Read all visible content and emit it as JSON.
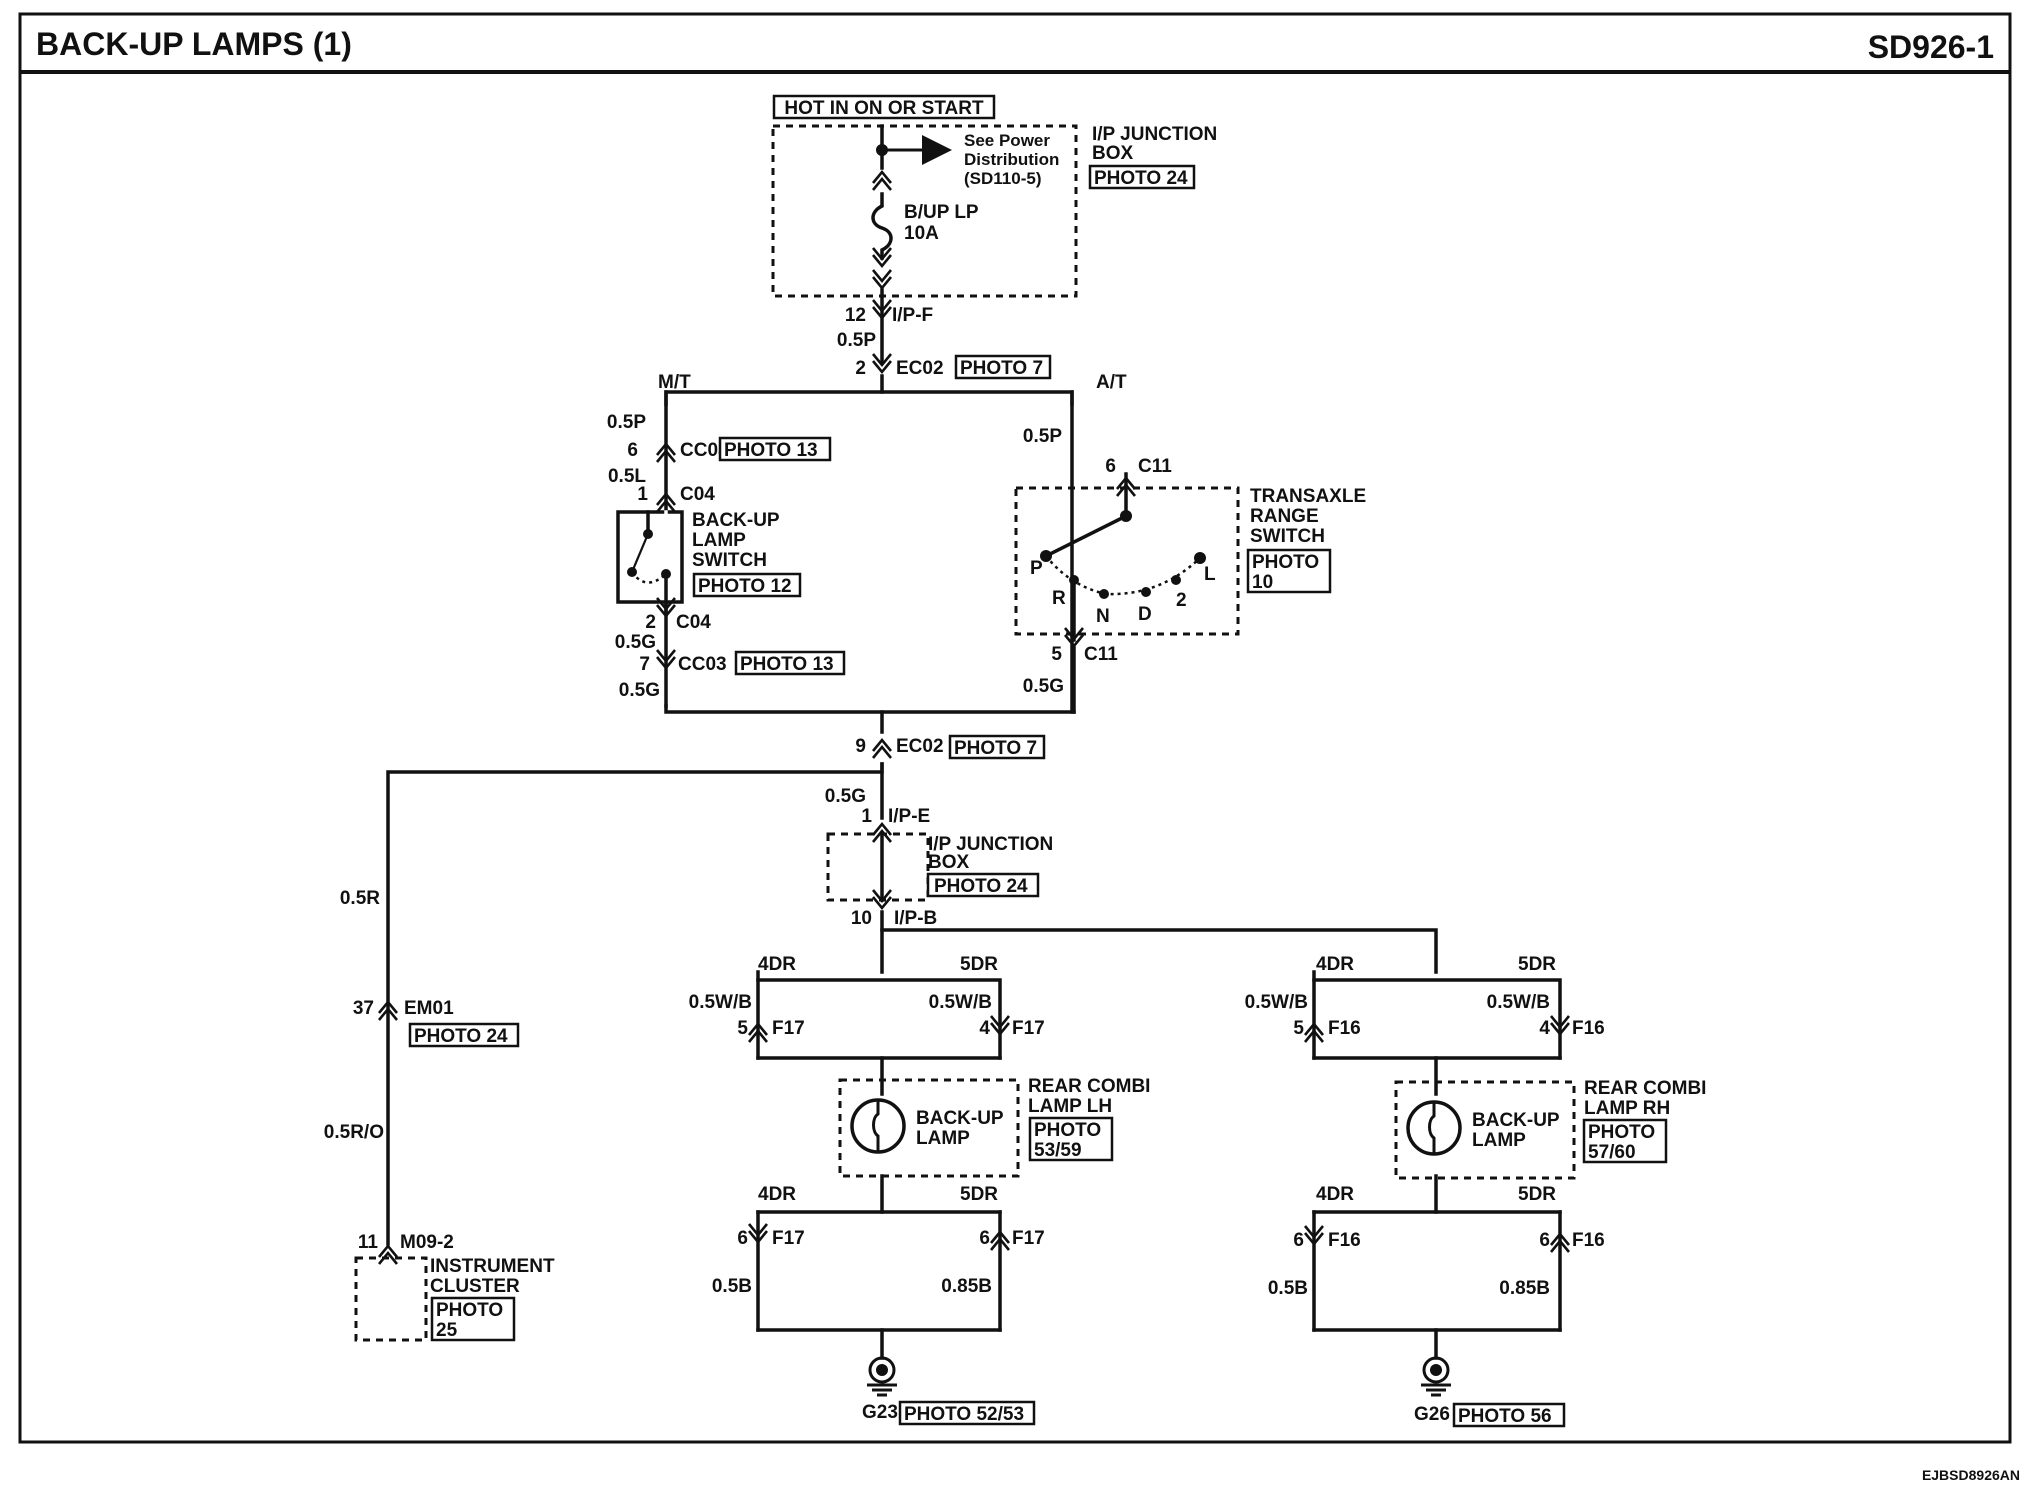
{
  "header": {
    "title": "BACK-UP LAMPS (1)",
    "code": "SD926-1"
  },
  "footer": {
    "image_code": "EJBSD8926AN"
  },
  "power": {
    "hot_label": "HOT IN ON OR START",
    "junction_line1": "I/P JUNCTION",
    "junction_line2": "BOX",
    "junction_photo": "PHOTO 24",
    "see_line1": "See Power",
    "see_line2": "Distribution",
    "see_line3": "(SD110-5)",
    "fuse_line1": "B/UP LP",
    "fuse_line2": "10A",
    "pin_ipf": "12",
    "conn_ipf": "I/P-F",
    "wire_ipf": "0.5P",
    "pin_ec02": "2",
    "conn_ec02": "EC02",
    "photo_ec02": "PHOTO 7"
  },
  "manual": {
    "label": "M/T",
    "wire_top": "0.5P",
    "pin_cc03_top": "6",
    "conn_cc03_top": "CC03",
    "photo_cc03_top": "PHOTO 13",
    "wire_mid": "0.5L",
    "pin_c04_top": "1",
    "conn_c04_top": "C04",
    "switch_line1": "BACK-UP",
    "switch_line2": "LAMP",
    "switch_line3": "SWITCH",
    "switch_photo": "PHOTO 12",
    "pin_c04_bot": "2",
    "conn_c04_bot": "C04",
    "wire_lower": "0.5G",
    "pin_cc03_bot": "7",
    "conn_cc03_bot": "CC03",
    "photo_cc03_bot": "PHOTO 13",
    "wire_bottom": "0.5G"
  },
  "automatic": {
    "label": "A/T",
    "wire_top": "0.5P",
    "pin_c11_top": "6",
    "conn_c11_top": "C11",
    "switch_line1": "TRANSAXLE",
    "switch_line2": "RANGE",
    "switch_line3": "SWITCH",
    "switch_photo_line1": "PHOTO",
    "switch_photo_line2": "10",
    "positions": [
      "P",
      "R",
      "N",
      "D",
      "2",
      "L"
    ],
    "pin_c11_bot": "5",
    "conn_c11_bot": "C11",
    "wire_bottom": "0.5G"
  },
  "junction_lower": {
    "pin_ec02": "9",
    "conn_ec02": "EC02",
    "photo_ec02": "PHOTO 7",
    "wire": "0.5G",
    "pin_ipe": "1",
    "conn_ipe": "I/P-E",
    "box_line1": "I/P JUNCTION",
    "box_line2": "BOX",
    "box_photo": "PHOTO 24",
    "pin_ipb": "10",
    "conn_ipb": "I/P-B"
  },
  "cluster": {
    "wire_top": "0.5R",
    "pin_em01": "37",
    "conn_em01": "EM01",
    "photo_em01": "PHOTO 24",
    "wire_bottom": "0.5R/O",
    "pin_m09": "11",
    "conn_m09": "M09-2",
    "name_line1": "INSTRUMENT",
    "name_line2": "CLUSTER",
    "photo_line1": "PHOTO",
    "photo_line2": "25"
  },
  "lamp_lh": {
    "variant_left": "4DR",
    "variant_right": "5DR",
    "wire_left_top": "0.5W/B",
    "wire_right_top": "0.5W/B",
    "pin_left_top": "5",
    "pin_right_top": "4",
    "conn_top": "F17",
    "lamp_line1": "BACK-UP",
    "lamp_line2": "LAMP",
    "name_line1": "REAR COMBI",
    "name_line2": "LAMP LH",
    "photo_line1": "PHOTO",
    "photo_line2": "53/59",
    "variant_left_bot": "4DR",
    "variant_right_bot": "5DR",
    "pin_left_bot": "6",
    "pin_right_bot": "6",
    "conn_bot": "F17",
    "wire_left_bot": "0.5B",
    "wire_right_bot": "0.85B",
    "ground": "G23",
    "ground_photo": "PHOTO 52/53"
  },
  "lamp_rh": {
    "variant_left": "4DR",
    "variant_right": "5DR",
    "wire_left_top": "0.5W/B",
    "wire_right_top": "0.5W/B",
    "pin_left_top": "5",
    "pin_right_top": "4",
    "conn_top": "F16",
    "lamp_line1": "BACK-UP",
    "lamp_line2": "LAMP",
    "name_line1": "REAR COMBI",
    "name_line2": "LAMP RH",
    "photo_line1": "PHOTO",
    "photo_line2": "57/60",
    "variant_left_bot": "4DR",
    "variant_right_bot": "5DR",
    "pin_left_bot": "6",
    "pin_right_bot": "6",
    "conn_bot": "F16",
    "wire_left_bot": "0.5B",
    "wire_right_bot": "0.85B",
    "ground": "G26",
    "ground_photo": "PHOTO 56"
  }
}
